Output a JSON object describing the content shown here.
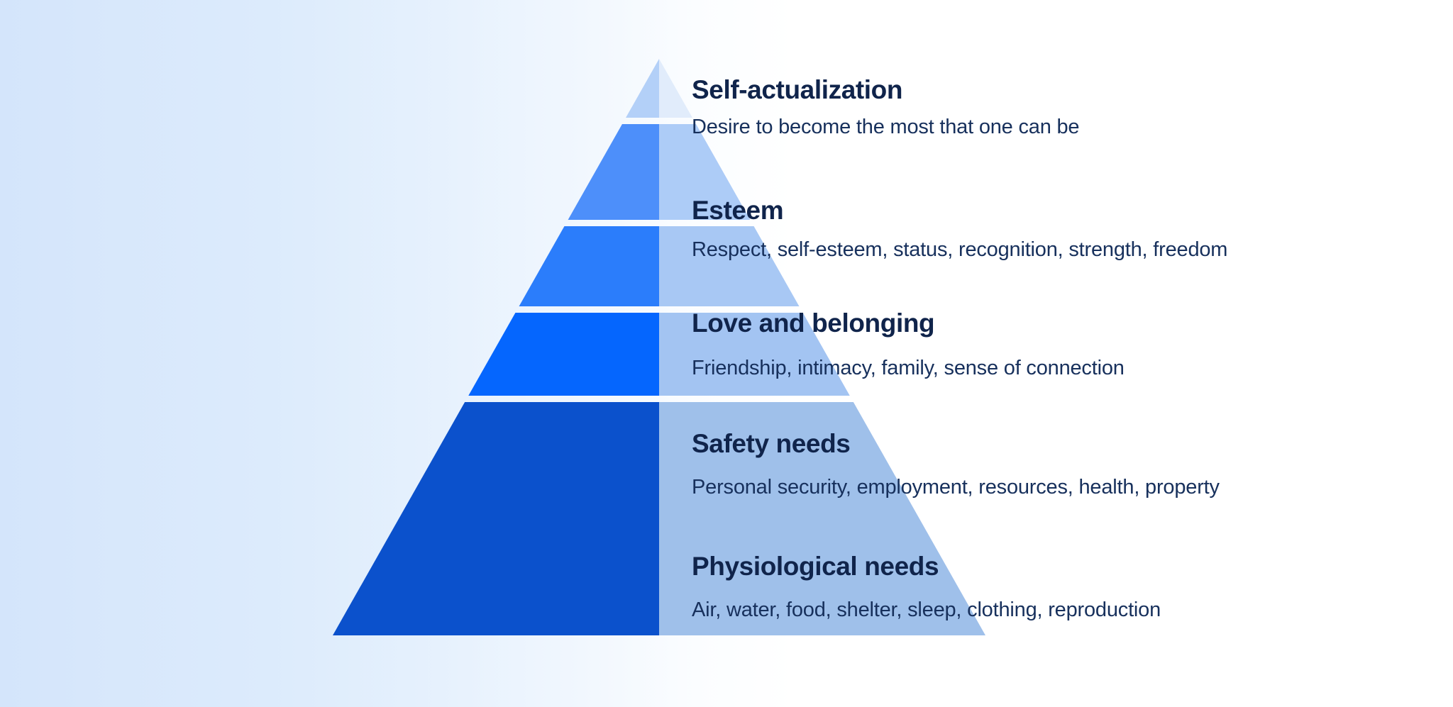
{
  "background": {
    "gradient_start": "#d4e5fb",
    "gradient_end": "#ffffff"
  },
  "diagram": {
    "kind": "pyramid",
    "title_color": "#10244b",
    "description_color": "#17305c",
    "tiers": [
      {
        "title": "Self-actualization",
        "description": "Desire to become the most that one can be",
        "color_left": "#b3d0f8",
        "color_right": "#e1ecfb"
      },
      {
        "title": "Esteem",
        "description": "Respect, self-esteem, status, recognition, strength, freedom",
        "color_left": "#4d8ffa",
        "color_right": "#adccf7"
      },
      {
        "title": "Love and belonging",
        "description": "Friendship, intimacy, family, sense of connection",
        "color_left": "#2b7dfb",
        "color_right": "#a8c8f4"
      },
      {
        "title": "Safety needs",
        "description": "Personal security, employment, resources, health, property",
        "color_left": "#0566fe",
        "color_right": "#a3c4f2"
      },
      {
        "title": "Physiological needs",
        "description": "Air, water, food, shelter, sleep, clothing, reproduction",
        "color_left": "#0b51cc",
        "color_right": "#9fc0ea"
      }
    ]
  },
  "chart_data": {
    "type": "pyramid",
    "title": "",
    "levels": [
      {
        "rank": 5,
        "label": "Self-actualization",
        "detail": "Desire to become the most that one can be"
      },
      {
        "rank": 4,
        "label": "Esteem",
        "detail": "Respect, self-esteem, status, recognition, strength, freedom"
      },
      {
        "rank": 3,
        "label": "Love and belonging",
        "detail": "Friendship, intimacy, family, sense of connection"
      },
      {
        "rank": 2,
        "label": "Safety needs",
        "detail": "Personal security, employment, resources, health, property"
      },
      {
        "rank": 1,
        "label": "Physiological needs",
        "detail": "Air, water, food, shelter, sleep, clothing, reproduction"
      }
    ]
  }
}
